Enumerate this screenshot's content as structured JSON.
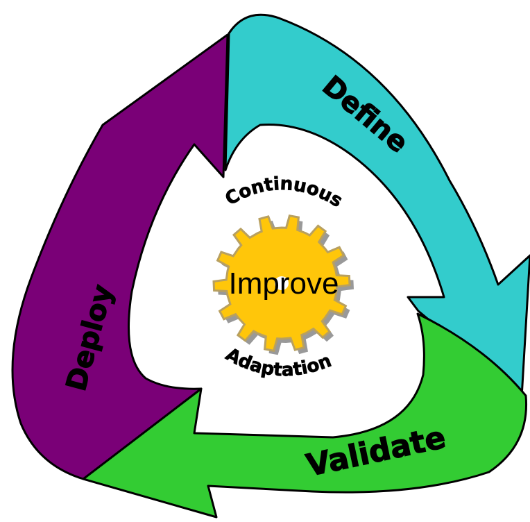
{
  "cycle": {
    "stages": [
      {
        "id": "define",
        "label": "Define",
        "color": "#33CCCC"
      },
      {
        "id": "validate",
        "label": "Validate",
        "color": "#33CC33"
      },
      {
        "id": "deploy",
        "label": "Deploy",
        "color": "#7A0077"
      }
    ]
  },
  "hub": {
    "top_arc_text": "Continuous",
    "center_text": "Improve",
    "bottom_arc_text": "Adaptation",
    "gear_color": "#FFC60A",
    "gear_edge_color": "#B8A060"
  }
}
